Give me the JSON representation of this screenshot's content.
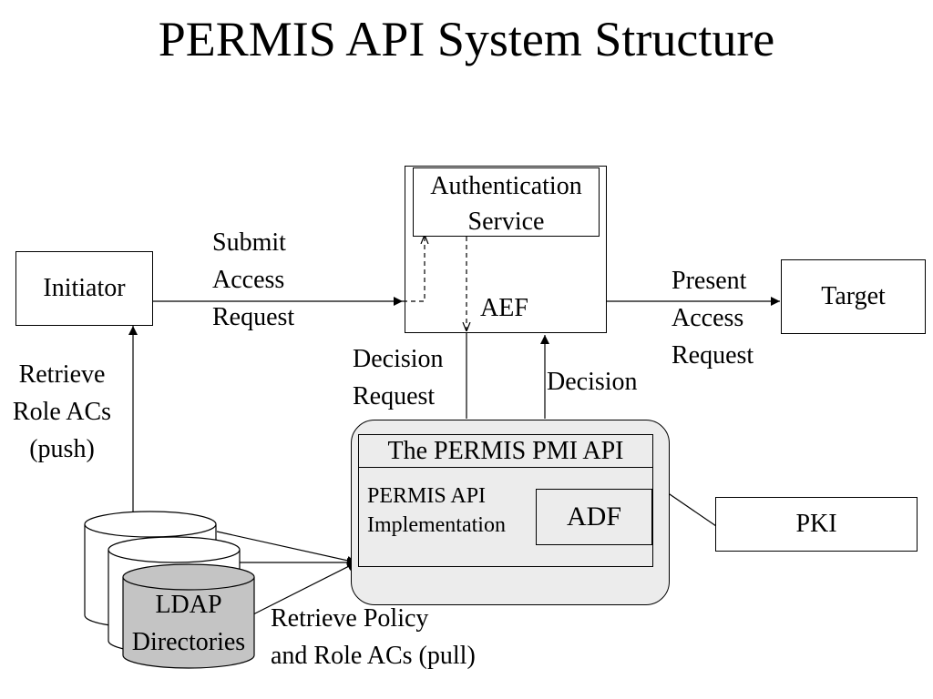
{
  "title": "PERMIS API System Structure",
  "nodes": {
    "initiator": "Initiator",
    "target": "Target",
    "pki": "PKI",
    "authentication_service": [
      "Authentication",
      "Service"
    ],
    "aef": "AEF",
    "pmi_api": "The PERMIS PMI API",
    "api_implementation": [
      "PERMIS API",
      "Implementation"
    ],
    "adf": "ADF",
    "ldap": [
      "LDAP",
      "Directories"
    ]
  },
  "edge_labels": {
    "submit_access_request": [
      "Submit",
      "Access",
      "Request"
    ],
    "present_access_request": [
      "Present",
      "Access",
      "Request"
    ],
    "decision_request": [
      "Decision",
      "Request"
    ],
    "decision": "Decision",
    "retrieve_role_acs": [
      "Retrieve",
      "Role ACs",
      "(push)"
    ],
    "retrieve_policy": [
      "Retrieve Policy",
      "and Role ACs (pull)"
    ]
  },
  "colors": {
    "stroke": "#000000",
    "pmi_fill": "#ececec",
    "ldap_fill": "#c4c4c4",
    "background": "#ffffff"
  }
}
